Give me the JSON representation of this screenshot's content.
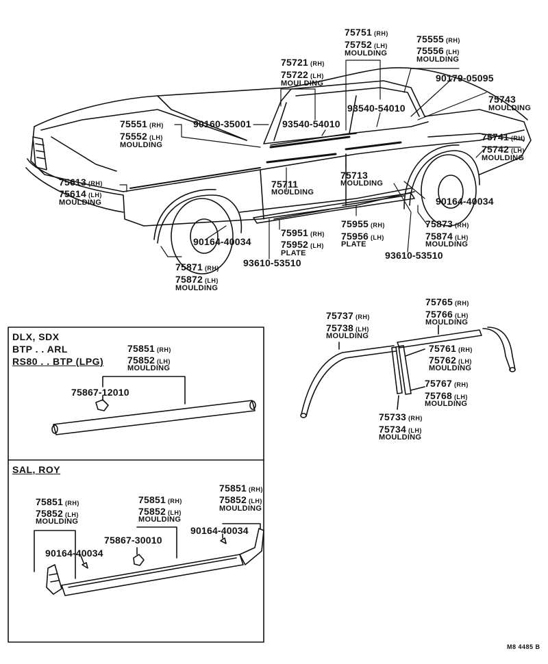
{
  "rh": "(RH)",
  "lh": "(LH)",
  "moulding": "MOULDING",
  "plate": "PLATE",
  "doc_code": "M8 4485 B",
  "main": {
    "p75751": "75751",
    "p75752": "75752",
    "p75555": "75555",
    "p75556": "75556",
    "p75721": "75721",
    "p75722": "75722",
    "p90179": "90179-05095",
    "p75743": "75743",
    "p93540_a": "93540-54010",
    "p93540_b": "93540-54010",
    "p75551": "75551",
    "p75552": "75552",
    "p90160": "90160-35001",
    "p75741": "75741",
    "p75742": "75742",
    "p75613": "75613",
    "p75614": "75614",
    "p75713": "75713",
    "p75711": "75711",
    "p90164_r": "90164-40034",
    "p75951": "75951",
    "p75952": "75952",
    "p75955": "75955",
    "p75956": "75956",
    "p75873": "75873",
    "p75874": "75874",
    "p90164_l": "90164-40034",
    "p93610_l": "93610-53510",
    "p93610_r": "93610-53510",
    "p75871": "75871",
    "p75872": "75872"
  },
  "dlx": {
    "line1": "DLX, SDX",
    "line2": "BTP . . ARL",
    "line3": "RS80 . . BTP (LPG)",
    "p75851": "75851",
    "p75852": "75852",
    "p75867": "75867-12010"
  },
  "sal": {
    "line1": "SAL, ROY",
    "a75851": "75851",
    "a75852": "75852",
    "b75851": "75851",
    "b75852": "75852",
    "c75851": "75851",
    "c75852": "75852",
    "p75867": "75867-30010",
    "p90164_a": "90164-40034",
    "p90164_b": "90164-40034"
  },
  "roof": {
    "p75765": "75765",
    "p75766": "75766",
    "p75737": "75737",
    "p75738": "75738",
    "p75761": "75761",
    "p75762": "75762",
    "p75767": "75767",
    "p75768": "75768",
    "p75733": "75733",
    "p75734": "75734"
  }
}
